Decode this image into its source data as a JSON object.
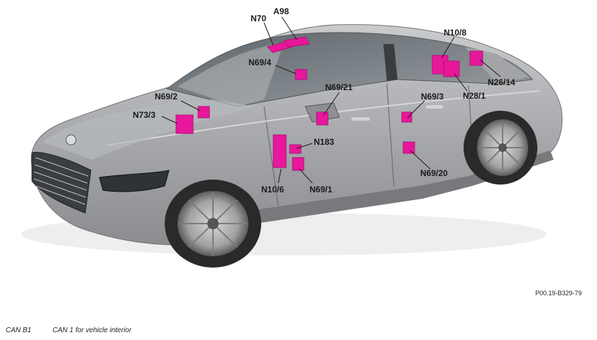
{
  "components": [
    {
      "id": "n70",
      "label": "N70"
    },
    {
      "id": "a98",
      "label": "A98"
    },
    {
      "id": "n69-4",
      "label": "N69/4"
    },
    {
      "id": "n10-8",
      "label": "N10/8"
    },
    {
      "id": "n26-14",
      "label": "N26/14"
    },
    {
      "id": "n28-1",
      "label": "N28/1"
    },
    {
      "id": "n69-2",
      "label": "N69/2"
    },
    {
      "id": "n69-21",
      "label": "N69/21"
    },
    {
      "id": "n73-3",
      "label": "N73/3"
    },
    {
      "id": "n69-3",
      "label": "N69/3"
    },
    {
      "id": "n183",
      "label": "N183"
    },
    {
      "id": "n10-6",
      "label": "N10/6"
    },
    {
      "id": "n69-1",
      "label": "N69/1"
    },
    {
      "id": "n69-20",
      "label": "N69/20"
    }
  ],
  "reference_code": "P00.19-B329-79",
  "legend": {
    "code": "CAN B1",
    "description": "CAN 1 for vehicle interior"
  },
  "colors": {
    "module": "#e8179b",
    "module_edge": "#b3127a",
    "body": "#a9abae",
    "glass": "#7c8388",
    "tire": "#2a2a2a"
  }
}
